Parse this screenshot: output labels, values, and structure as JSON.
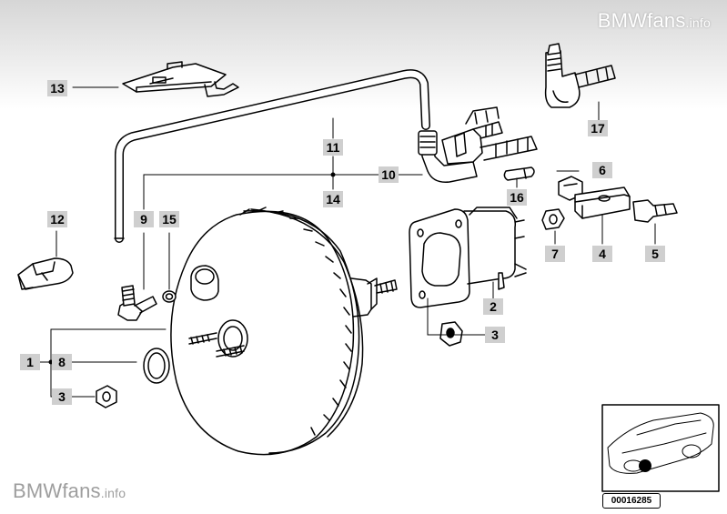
{
  "watermark": {
    "top_main": "BMWfans",
    "top_suffix": ".info",
    "bottom_main": "BMWfans",
    "bottom_suffix": ".info"
  },
  "labels": {
    "l1": "1",
    "l2": "2",
    "l3a": "3",
    "l3b": "3",
    "l4": "4",
    "l5": "5",
    "l6": "6",
    "l7": "7",
    "l8": "8",
    "l9": "9",
    "l10": "10",
    "l11": "11",
    "l12": "12",
    "l13": "13",
    "l14": "14",
    "l15": "15",
    "l16": "16",
    "l17": "17"
  },
  "inset": {
    "code": "00016285"
  }
}
